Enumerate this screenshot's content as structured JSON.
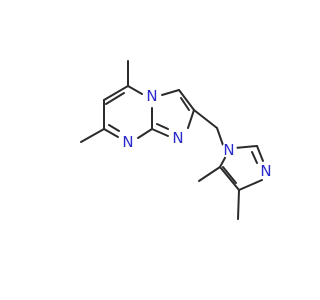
{
  "molecule": {
    "atoms": [
      {
        "id": "N1",
        "label": "N"
      },
      {
        "id": "N2",
        "label": "N"
      },
      {
        "id": "N3",
        "label": "N"
      },
      {
        "id": "N4",
        "label": "N"
      },
      {
        "id": "N5",
        "label": "N"
      }
    ]
  }
}
